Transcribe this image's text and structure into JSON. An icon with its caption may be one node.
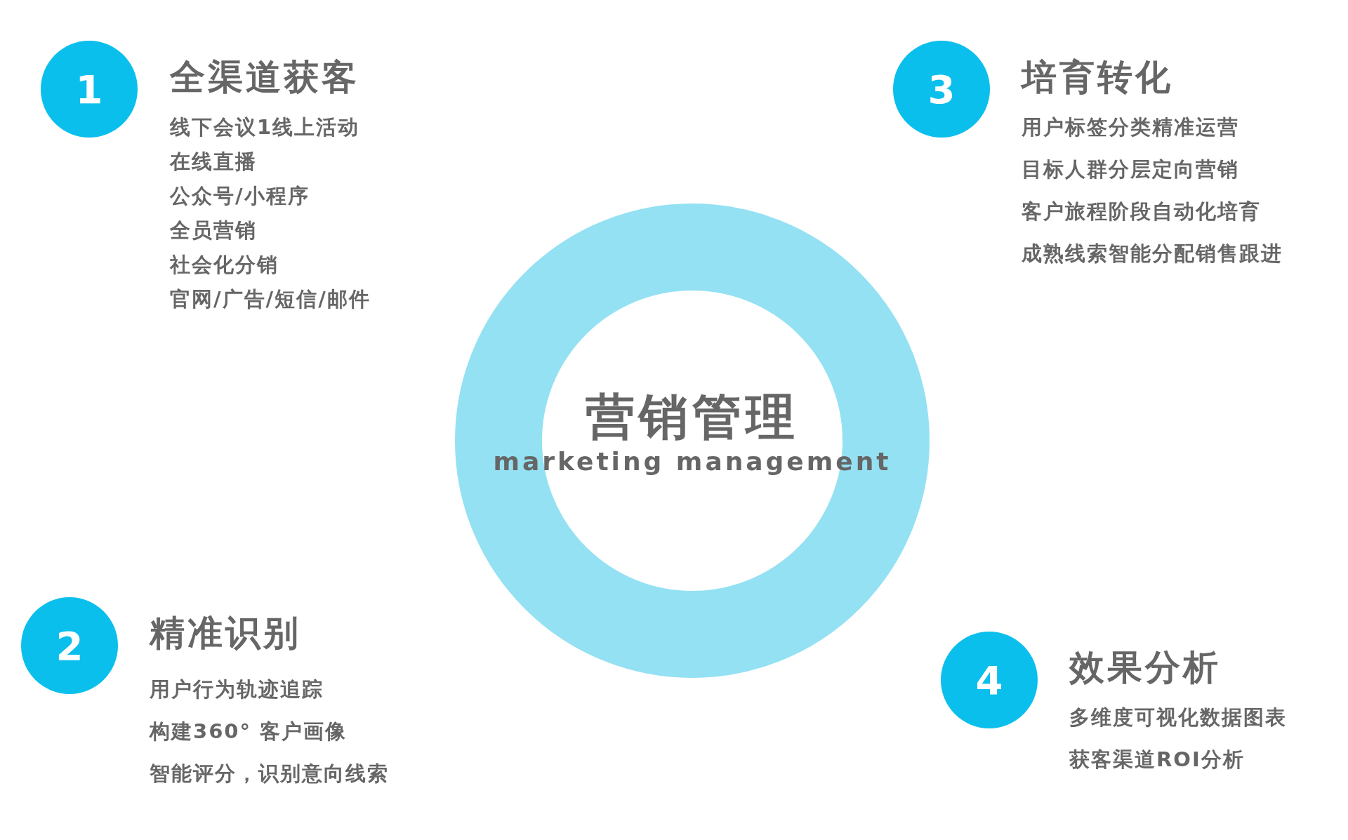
{
  "diagram": {
    "nodes": [
      {
        "text": [
          "1"
        ],
        "beside": [
          "全渠道获客",
          "线下会议1线上活动",
          "在线直播",
          "公众号/小程序",
          "全员营销",
          "社会化分销",
          "官网/广告/短信/邮件"
        ]
      },
      {
        "text": [
          "3"
        ],
        "beside": [
          "培育转化",
          "用户标签分类精准运营",
          "目标人群分层定向营销",
          "客户旅程阶段自动化培育",
          "成熟线索智能分配销售跟进"
        ]
      },
      {
        "text": [
          "营销管理",
          "marketing management"
        ]
      },
      {
        "text": [
          "2"
        ],
        "beside": [
          "精准识别",
          "用户行为轨迹追踪",
          "构建360° 客户画像",
          "智能评分，识别意向线索"
        ]
      },
      {
        "text": [
          "4"
        ],
        "beside": [
          "效果分析",
          "多维度可视化数据图表",
          "获客渠道ROI分析"
        ]
      }
    ],
    "edges": []
  }
}
